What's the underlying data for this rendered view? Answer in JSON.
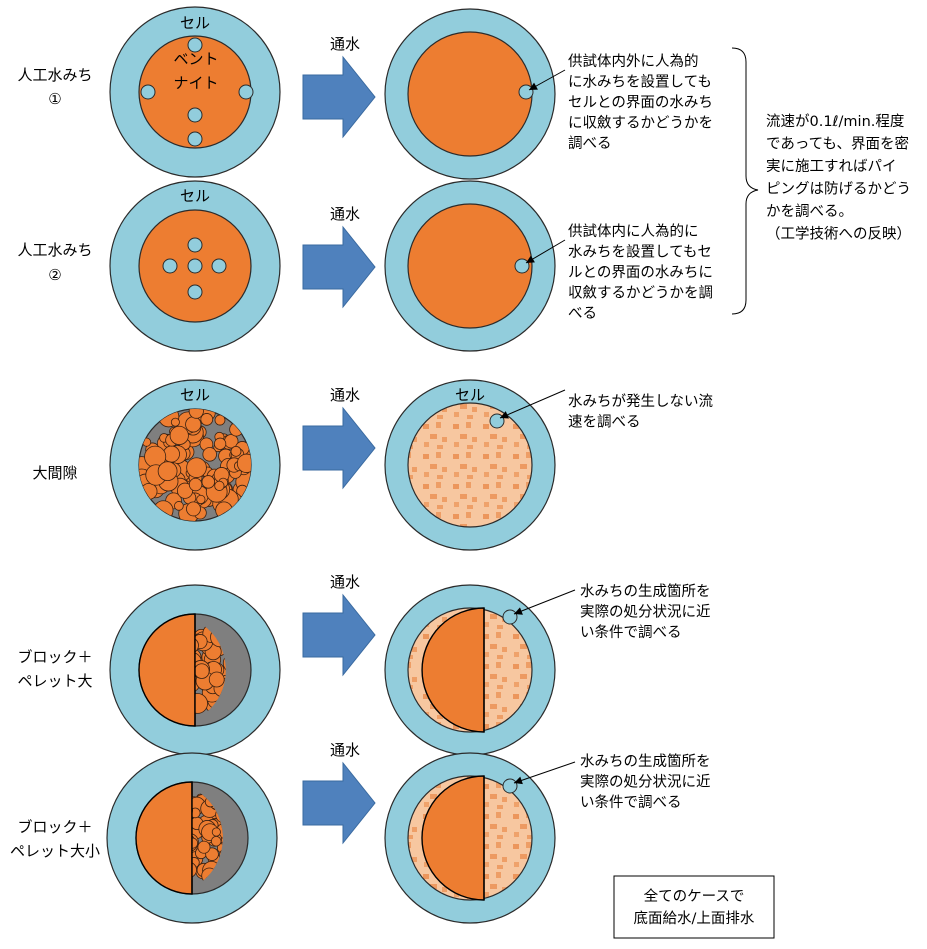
{
  "colors": {
    "ring": "#92CDDC",
    "bentonite": "#ED7D31",
    "hole": "#92CDDC",
    "arrow": "#4F81BD",
    "gap": "#7F7F7F",
    "pellet_light": "#F7C7A0",
    "pellet_dark": "#E8823F"
  },
  "cell_label": "セル",
  "bentonite_label_line1": "ベント",
  "bentonite_label_line2": "ナイト",
  "arrow_label": "通水",
  "rows": [
    {
      "name_lines": [
        "人工水みち",
        "①"
      ],
      "note_lines": [
        "供試体内外に人為的",
        "に水みちを設置しても",
        "セルとの界面の水みち",
        "に収斂するかどうかを",
        "調べる"
      ]
    },
    {
      "name_lines": [
        "人工水みち",
        "②"
      ],
      "note_lines": [
        "供試体内に人為的に",
        "水みちを設置してもセ",
        "ルとの界面の水みちに",
        "収斂するかどうかを調",
        "べる"
      ]
    },
    {
      "name_lines": [
        "大間隙"
      ],
      "note_lines": [
        "水みちが発生しない流",
        "速を調べる"
      ]
    },
    {
      "name_lines": [
        "ブロック＋",
        "ペレット大"
      ],
      "note_lines": [
        "水みちの生成箇所を",
        "実際の処分状況に近",
        "い条件で調べる"
      ]
    },
    {
      "name_lines": [
        "ブロック＋",
        "ペレット大小"
      ],
      "note_lines": [
        "水みちの生成箇所を",
        "実際の処分状況に近",
        "い条件で調べる"
      ]
    }
  ],
  "summary_lines": [
    "流速が0.1ℓ/min.程度",
    "であっても、界面を密",
    "実に施工すればパイ",
    "ピングは防げるかどう",
    "かを調べる。",
    "（工学技術への反映）"
  ],
  "footer_box_lines": [
    "全てのケースで",
    "底面給水/上面排水"
  ]
}
